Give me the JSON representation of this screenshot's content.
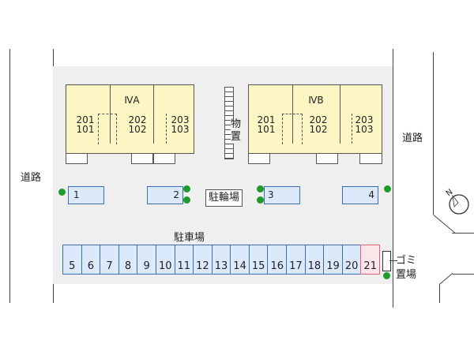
{
  "labels": {
    "road_left": "道路",
    "road_right": "道路",
    "bicycle_parking": "駐輪場",
    "parking_lot": "駐車場",
    "storage_1": "物",
    "storage_2": "置",
    "garbage_1": "ゴミ",
    "garbage_2": "置場"
  },
  "buildings": [
    {
      "name": "ⅣA",
      "units": [
        {
          "top": "201",
          "bottom": "101"
        },
        {
          "top": "202",
          "bottom": "102"
        },
        {
          "top": "203",
          "bottom": "103"
        }
      ]
    },
    {
      "name": "ⅣB",
      "units": [
        {
          "top": "201",
          "bottom": "101"
        },
        {
          "top": "202",
          "bottom": "102"
        },
        {
          "top": "203",
          "bottom": "103"
        }
      ]
    }
  ],
  "bike_spots": [
    "1",
    "2",
    "3",
    "4"
  ],
  "parking_spaces": [
    "5",
    "6",
    "7",
    "8",
    "9",
    "10",
    "11",
    "12",
    "13",
    "14",
    "15",
    "16",
    "17",
    "18",
    "19",
    "20",
    "21"
  ],
  "highlighted_space": "21",
  "colors": {
    "building_fill": "#fbf6c4",
    "lot_fill": "#efefef",
    "space_fill": "#dbe9fb",
    "space_border": "#3a6fb8",
    "highlight_fill": "#fde6ea",
    "highlight_border": "#e0627c",
    "tree": "#1f9a2b"
  },
  "icons": {
    "north": "north-arrow-icon",
    "tree": "tree-icon"
  }
}
